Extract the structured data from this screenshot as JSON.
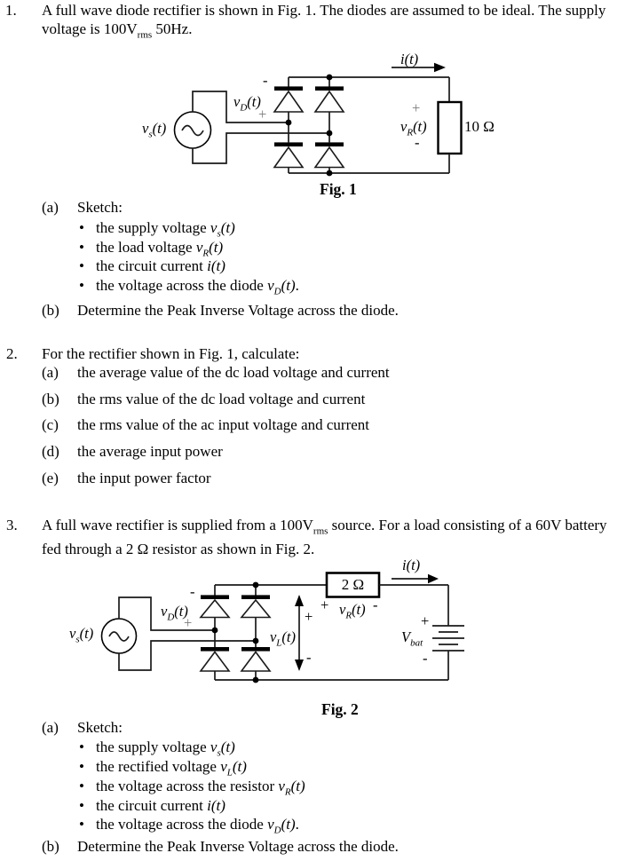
{
  "page": {
    "bullet": "•",
    "text_color": "#000000",
    "gray_color": "#7b7b7b"
  },
  "q1": {
    "number": "1.",
    "line1": "A full wave diode rectifier is shown in Fig. 1. The diodes are assumed to be ideal. The supply",
    "line2_pre": "voltage is 100V",
    "line2_sub": "rms",
    "line2_post": " 50Hz.",
    "a": {
      "label": "(a)",
      "title": "Sketch:",
      "bullets": [
        {
          "pre": "the supply voltage ",
          "base": "v",
          "sub": "s",
          "tail": "(t)",
          "post": ""
        },
        {
          "pre": "the load voltage ",
          "base": "v",
          "sub": "R",
          "tail": "(t)",
          "post": ""
        },
        {
          "pre": "the circuit current ",
          "base": "i",
          "sub": "",
          "tail": "(t)",
          "post": ""
        },
        {
          "pre": "the voltage across the diode ",
          "base": "v",
          "sub": "D",
          "tail": "(t)",
          "post": "."
        }
      ]
    },
    "b": {
      "label": "(b)",
      "text": "Determine the Peak Inverse Voltage across the diode."
    }
  },
  "fig1": {
    "caption": "Fig. 1",
    "i_label": {
      "base": "i",
      "sub": "",
      "tail": "(t)"
    },
    "vs_label": {
      "base": "v",
      "sub": "s",
      "tail": "(t)"
    },
    "vd_label": {
      "base": "v",
      "sub": "D",
      "tail": "(t)"
    },
    "vd_minus": "-",
    "vd_plus": "+",
    "vr_label": {
      "base": "v",
      "sub": "R",
      "tail": "(t)"
    },
    "vr_plus": "+",
    "vr_minus": "-",
    "resistor_value": "10 Ω"
  },
  "q2": {
    "number": "2.",
    "intro": "For the rectifier shown in Fig. 1, calculate:",
    "items": [
      {
        "label": "(a)",
        "text": "the average value of the dc load voltage and current"
      },
      {
        "label": "(b)",
        "text": "the rms value of the dc load voltage and current"
      },
      {
        "label": "(c)",
        "text": "the rms value of the ac input voltage and current"
      },
      {
        "label": "(d)",
        "text": "the average input power"
      },
      {
        "label": "(e)",
        "text": "the input power factor"
      }
    ]
  },
  "q3": {
    "number": "3.",
    "line1_pre": "A full wave rectifier is supplied from a 100V",
    "line1_sub": "rms",
    "line1_post": " source. For a load consisting of a 60V battery",
    "line2": "fed through a 2 Ω resistor as shown in Fig. 2.",
    "a": {
      "label": "(a)",
      "title": "Sketch:",
      "bullets": [
        {
          "pre": "the supply voltage ",
          "base": "v",
          "sub": "s",
          "tail": "(t)",
          "post": ""
        },
        {
          "pre": "the rectified voltage ",
          "base": "v",
          "sub": "L",
          "tail": "(t)",
          "post": ""
        },
        {
          "pre": "the voltage across the resistor ",
          "base": "v",
          "sub": "R",
          "tail": "(t)",
          "post": ""
        },
        {
          "pre": "the circuit current ",
          "base": "i",
          "sub": "",
          "tail": "(t)",
          "post": ""
        },
        {
          "pre": "the voltage across the diode ",
          "base": "v",
          "sub": "D",
          "tail": "(t)",
          "post": "."
        }
      ]
    },
    "b": {
      "label": "(b)",
      "text": "Determine the Peak Inverse Voltage across the diode."
    }
  },
  "fig2": {
    "caption": "Fig. 2",
    "i_label": {
      "base": "i",
      "sub": "",
      "tail": "(t)"
    },
    "vs_label": {
      "base": "v",
      "sub": "s",
      "tail": "(t)"
    },
    "vd_label": {
      "base": "v",
      "sub": "D",
      "tail": "(t)"
    },
    "vd_minus": "-",
    "vd_plus": "+",
    "vr_label": {
      "base": "v",
      "sub": "R",
      "tail": "(t)"
    },
    "vr_plus": "+",
    "vr_minus": "-",
    "vl_label": {
      "base": "v",
      "sub": "L",
      "tail": "(t)"
    },
    "vl_plus": "+",
    "vl_minus": "-",
    "vbat_label": {
      "base": "V",
      "sub": "bat",
      "tail": ""
    },
    "vbat_plus": "+",
    "vbat_minus": "-",
    "resistor_value": "2 Ω"
  }
}
